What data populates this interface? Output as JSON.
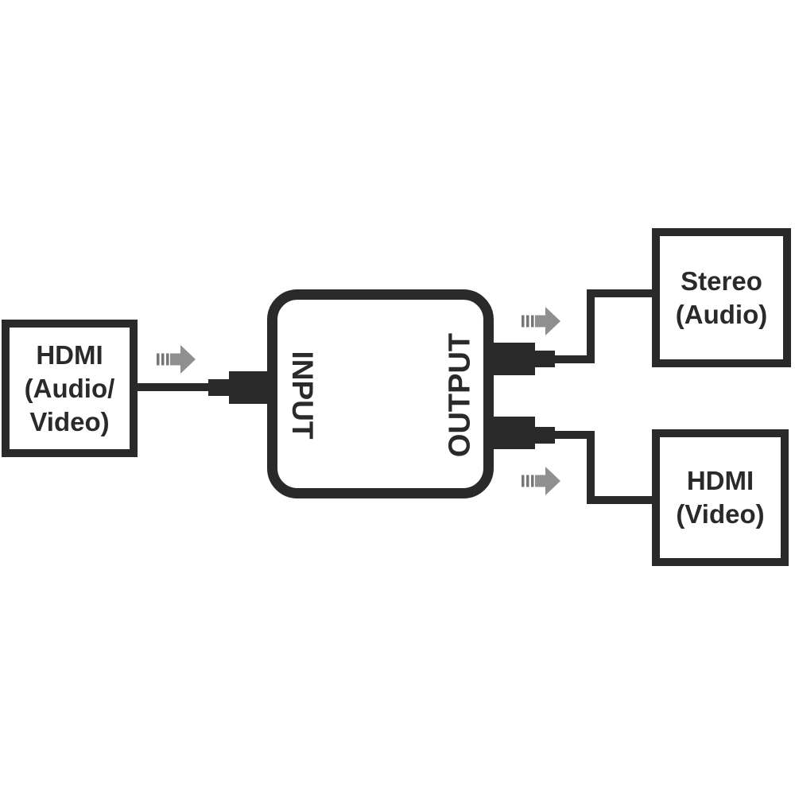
{
  "diagram": {
    "type": "connection-diagram",
    "nodes": {
      "source": {
        "lines": [
          "HDMI",
          "(Audio/",
          "Video)"
        ]
      },
      "converter": {
        "input_label": "INPUT",
        "output_label": "OUTPUT"
      },
      "audio_output": {
        "lines": [
          "Stereo",
          "(Audio)"
        ]
      },
      "video_output": {
        "lines": [
          "HDMI",
          "(Video)"
        ]
      }
    },
    "flow": [
      {
        "from": "HDMI (Audio/Video)",
        "to": "INPUT"
      },
      {
        "from": "OUTPUT",
        "to": "Stereo (Audio)"
      },
      {
        "from": "OUTPUT",
        "to": "HDMI (Video)"
      }
    ]
  },
  "colors": {
    "ink": "#2a2a2a",
    "arrow_body": "#8f8f8f",
    "arrow_stripe": "#767676",
    "background": "#ffffff"
  }
}
